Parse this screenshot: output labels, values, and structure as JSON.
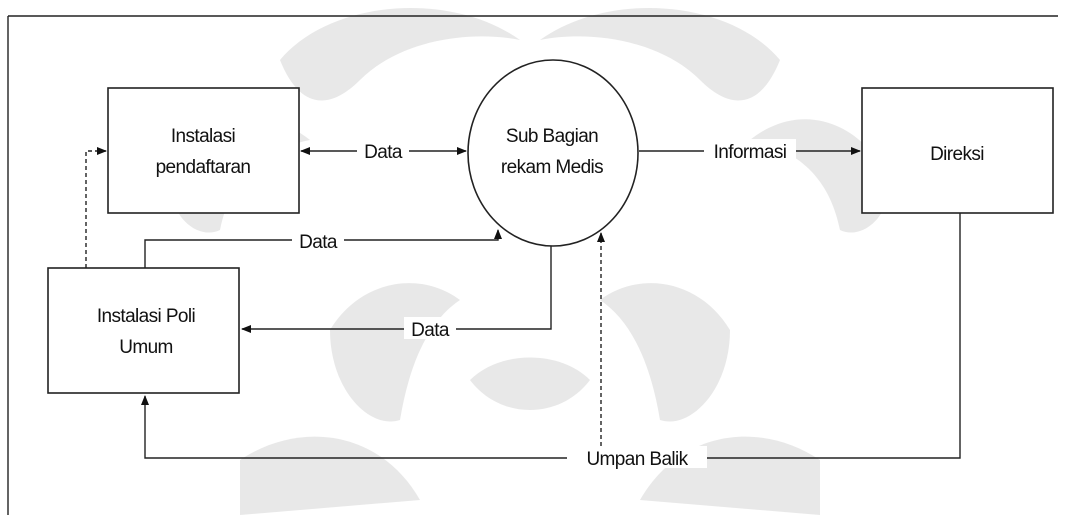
{
  "diagram": {
    "nodes": {
      "instalasi_pendaftaran": {
        "line1": "Instalasi",
        "line2": "pendaftaran"
      },
      "sub_bagian": {
        "line1": "Sub Bagian",
        "line2": "rekam Medis"
      },
      "direksi": {
        "line1": "Direksi"
      },
      "instalasi_poli": {
        "line1": "Instalasi Poli",
        "line2": "Umum"
      }
    },
    "flows": {
      "pendaftaran_sub": "Data",
      "poli_sub": "Data",
      "sub_poli": "Data",
      "sub_direksi": "Informasi",
      "direksi_poli": "Umpan Balik"
    }
  }
}
